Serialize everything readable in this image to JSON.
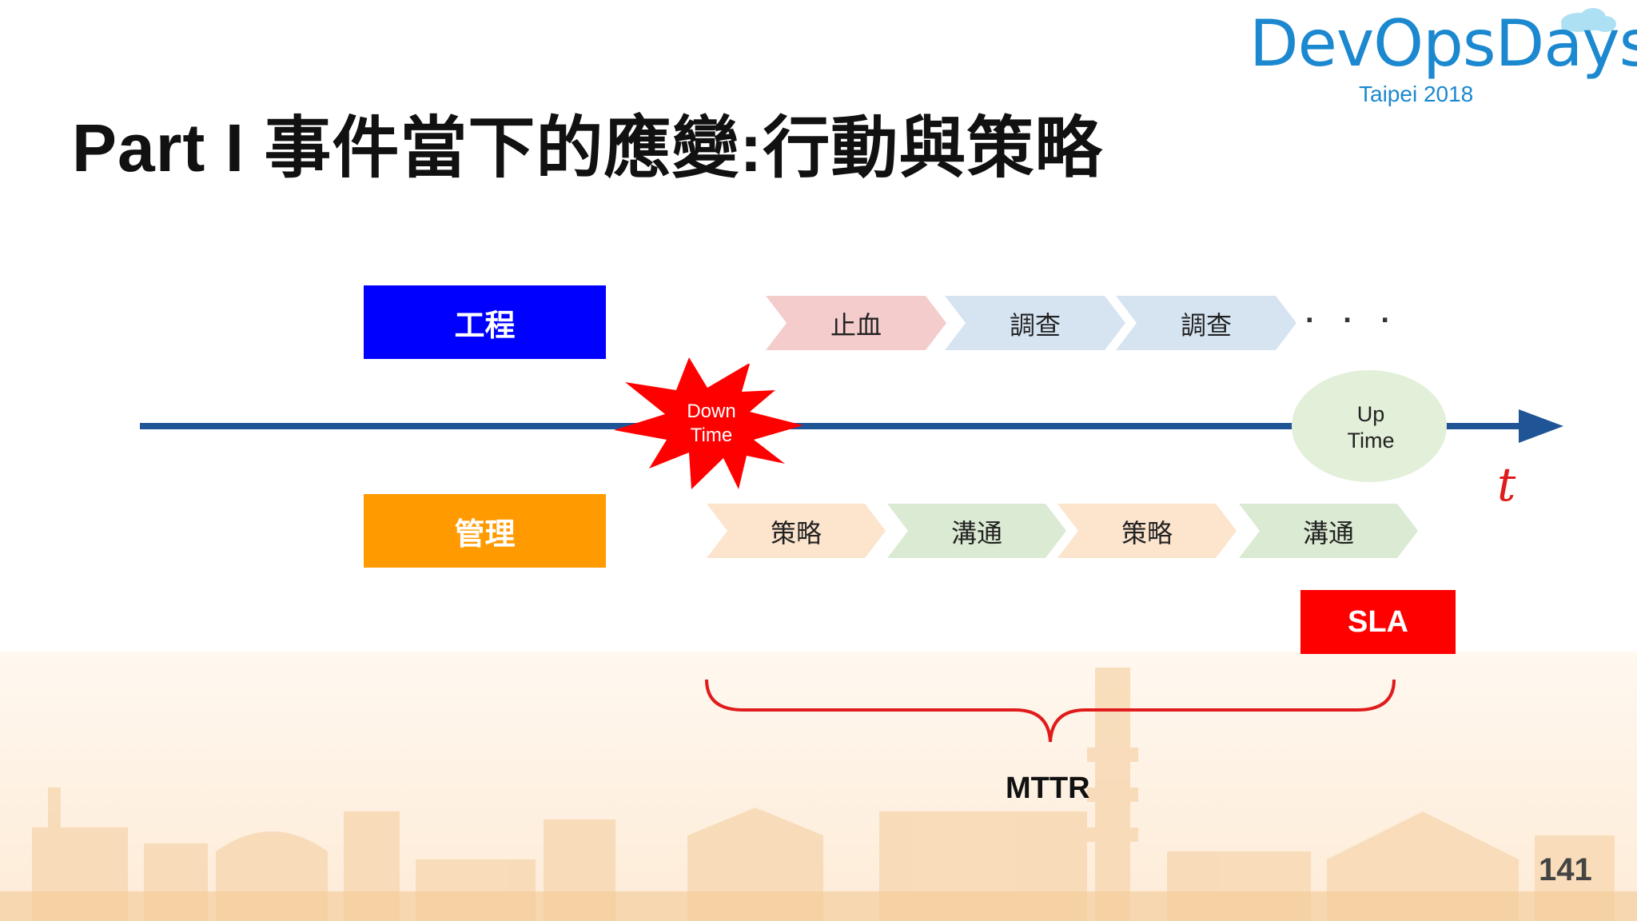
{
  "slide": {
    "title": "Part I 事件當下的應變:行動與策略",
    "page_number": "141"
  },
  "logo": {
    "name": "DevOpsDays",
    "subtitle": "Taipei 2018"
  },
  "lanes": {
    "engineering": {
      "label": "工程",
      "steps": [
        "止血",
        "調查",
        "調查"
      ],
      "ellipsis": "· · ·"
    },
    "management": {
      "label": "管理",
      "steps": [
        "策略",
        "溝通",
        "策略",
        "溝通"
      ]
    }
  },
  "timeline": {
    "down_time": [
      "Down",
      "Time"
    ],
    "up_time": [
      "Up",
      "Time"
    ],
    "axis_label": "t"
  },
  "sla_label": "SLA",
  "mttr_label": "MTTR",
  "colors": {
    "engineering": "#0000ff",
    "management": "#ff9a00",
    "axis": "#1f5597",
    "burst": "#ff0000",
    "sla": "#ff0000",
    "brace": "#e01b1b",
    "uptime_fill": "#e2efd9",
    "chev_pink": "#f4cccc",
    "chev_blue": "#d6e4f2",
    "chev_peach": "#fce4cd",
    "chev_green": "#dbead2",
    "logo": "#1b88cf"
  }
}
